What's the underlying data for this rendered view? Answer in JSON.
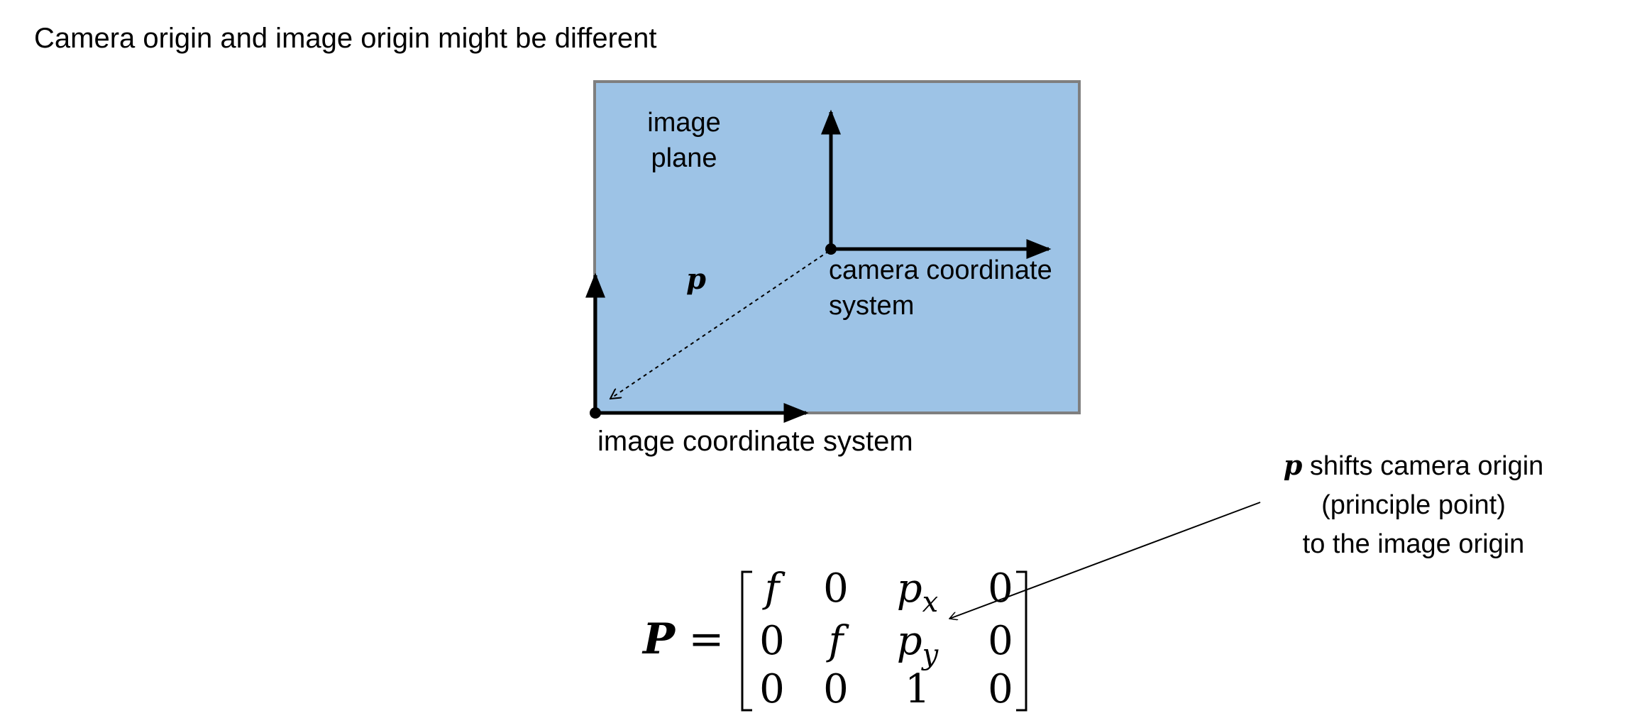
{
  "title": "Camera origin and image origin might be different",
  "diagram": {
    "image_plane_label_line1": "image",
    "image_plane_label_line2": "plane",
    "camera_system_label_line1": "camera coordinate",
    "camera_system_label_line2": "system",
    "image_system_label": "image coordinate system",
    "p_label": "p",
    "colors": {
      "plane_fill": "#9DC3E6",
      "plane_border": "#7F7F7F",
      "axis": "#000000"
    }
  },
  "note": {
    "p_symbol": "p",
    "line1_rest": " shifts camera origin",
    "line2": "(principle point)",
    "line3": "to the image origin"
  },
  "equation": {
    "lhs": "P",
    "equals": "=",
    "rows": [
      [
        "f",
        "0",
        "p_x",
        "0"
      ],
      [
        "0",
        "f",
        "p_y",
        "0"
      ],
      [
        "0",
        "0",
        "1",
        "0"
      ]
    ],
    "cell_text": {
      "r0c0": "f",
      "r0c1": "0",
      "r0c2_base": "p",
      "r0c2_sub": "x",
      "r0c3": "0",
      "r1c0": "0",
      "r1c1": "f",
      "r1c2_base": "p",
      "r1c2_sub": "y",
      "r1c3": "0",
      "r2c0": "0",
      "r2c1": "0",
      "r2c2": "1",
      "r2c3": "0"
    }
  }
}
